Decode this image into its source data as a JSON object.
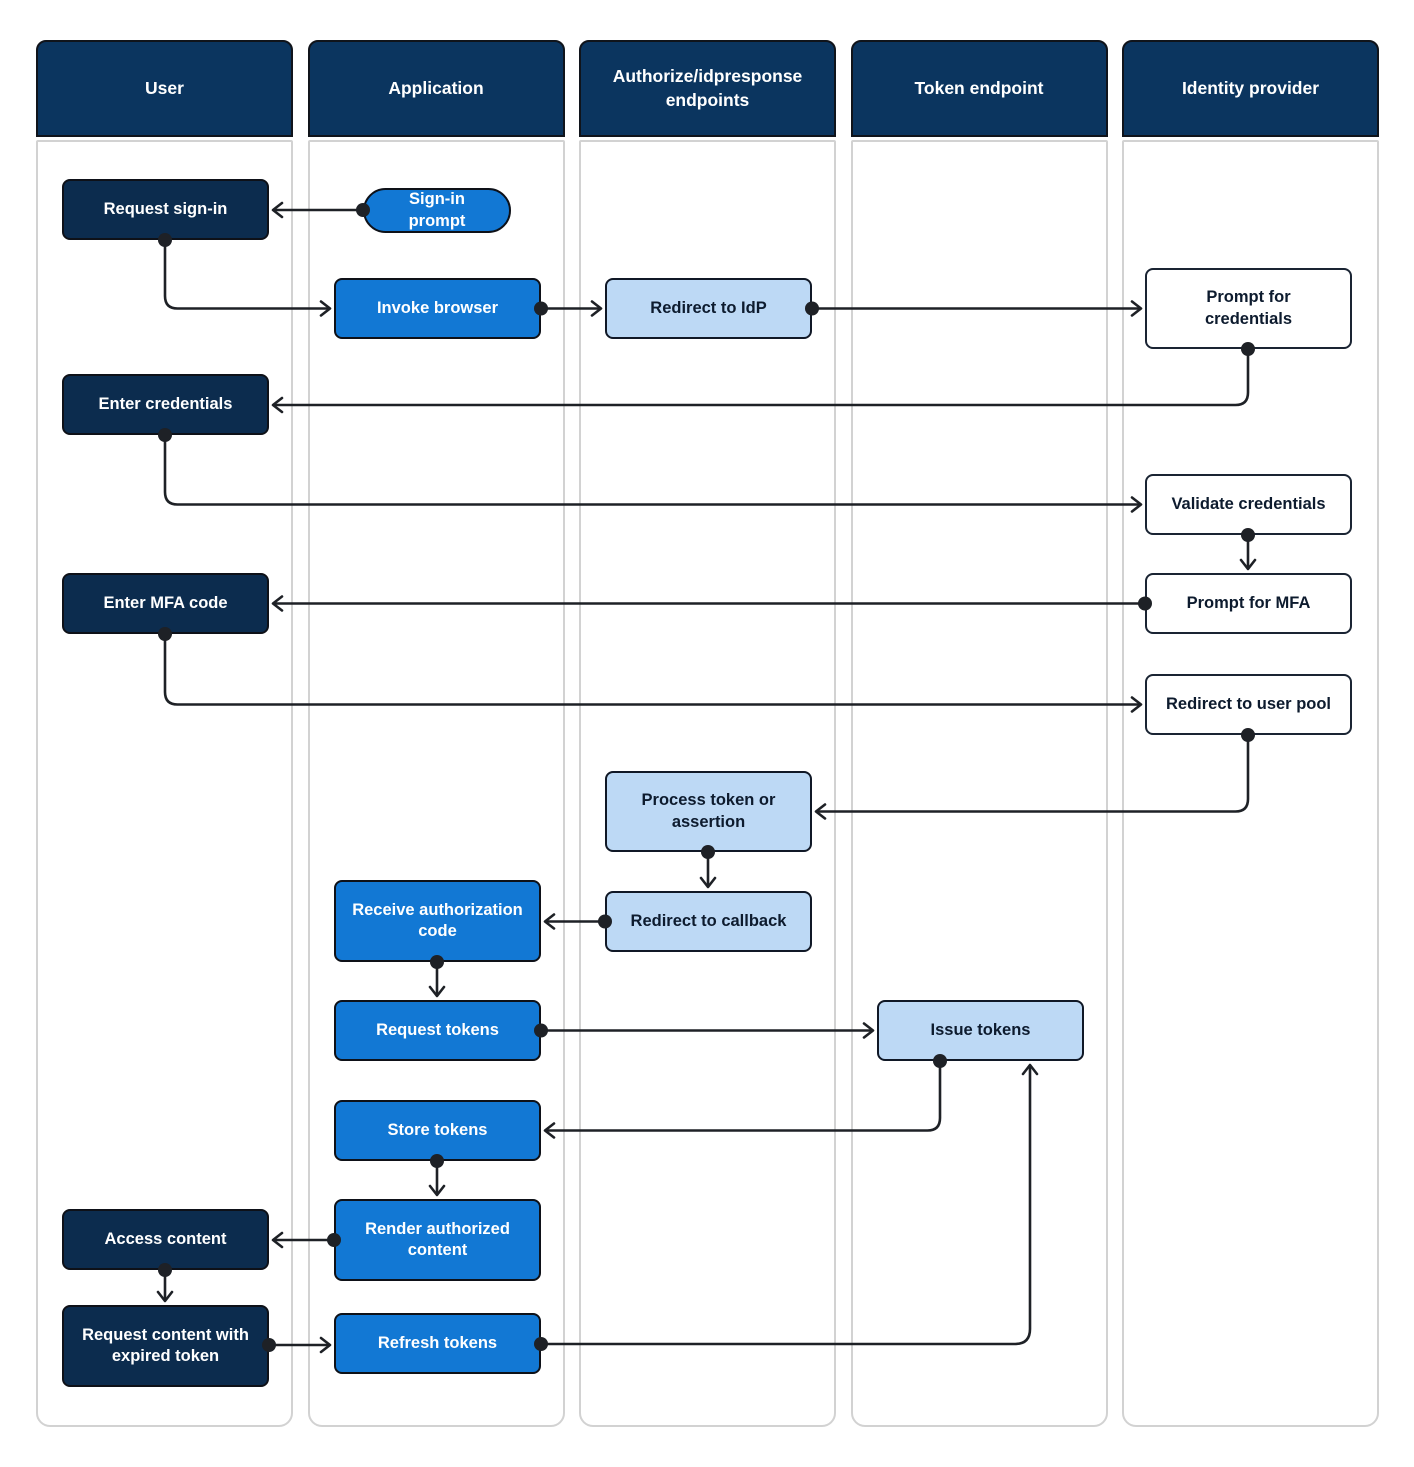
{
  "palette": {
    "lane_header_bg": "#0b355f",
    "dark_node_bg": "#0c2c4e",
    "primary_node_bg": "#1278d4",
    "light_node_bg": "#bdd9f5",
    "outline_node_bg": "#ffffff",
    "node_text_light": "#ffffff",
    "node_text_dark": "#0d1b2e",
    "connector": "#1e2126",
    "lane_border": "#d2d2d2"
  },
  "lanes": [
    {
      "title": "User"
    },
    {
      "title": "Application"
    },
    {
      "title": "Authorize/idpresponse endpoints"
    },
    {
      "title": "Token endpoint"
    },
    {
      "title": "Identity provider"
    }
  ],
  "nodes": [
    {
      "label": "Request sign-in",
      "lane": "User",
      "type": "dark"
    },
    {
      "label": "Sign-in prompt",
      "lane": "Application",
      "type": "primary-pill"
    },
    {
      "label": "Invoke browser",
      "lane": "Application",
      "type": "primary"
    },
    {
      "label": "Redirect to IdP",
      "lane": "Authorize/idpresponse endpoints",
      "type": "light"
    },
    {
      "label": "Prompt for credentials",
      "lane": "Identity provider",
      "type": "outline"
    },
    {
      "label": "Enter credentials",
      "lane": "User",
      "type": "dark"
    },
    {
      "label": "Validate credentials",
      "lane": "Identity provider",
      "type": "outline"
    },
    {
      "label": "Enter MFA code",
      "lane": "User",
      "type": "dark"
    },
    {
      "label": "Prompt for MFA",
      "lane": "Identity provider",
      "type": "outline"
    },
    {
      "label": "Redirect to user pool",
      "lane": "Identity provider",
      "type": "outline"
    },
    {
      "label": "Process token or assertion",
      "lane": "Authorize/idpresponse endpoints",
      "type": "light"
    },
    {
      "label": "Redirect to callback",
      "lane": "Authorize/idpresponse endpoints",
      "type": "light"
    },
    {
      "label": "Receive authorization code",
      "lane": "Application",
      "type": "primary"
    },
    {
      "label": "Request tokens",
      "lane": "Application",
      "type": "primary"
    },
    {
      "label": "Issue tokens",
      "lane": "Token endpoint",
      "type": "light"
    },
    {
      "label": "Store tokens",
      "lane": "Application",
      "type": "primary"
    },
    {
      "label": "Render authorized content",
      "lane": "Application",
      "type": "primary"
    },
    {
      "label": "Access content",
      "lane": "User",
      "type": "dark"
    },
    {
      "label": "Request content with expired token",
      "lane": "User",
      "type": "dark"
    },
    {
      "label": "Refresh tokens",
      "lane": "Application",
      "type": "primary"
    }
  ],
  "edges": [
    {
      "from": "Sign-in prompt",
      "to": "Request sign-in"
    },
    {
      "from": "Request sign-in",
      "to": "Invoke browser"
    },
    {
      "from": "Invoke browser",
      "to": "Redirect to IdP"
    },
    {
      "from": "Redirect to IdP",
      "to": "Prompt for credentials"
    },
    {
      "from": "Prompt for credentials",
      "to": "Enter credentials"
    },
    {
      "from": "Enter credentials",
      "to": "Validate credentials"
    },
    {
      "from": "Validate credentials",
      "to": "Prompt for MFA"
    },
    {
      "from": "Prompt for MFA",
      "to": "Enter MFA code"
    },
    {
      "from": "Enter MFA code",
      "to": "Redirect to user pool"
    },
    {
      "from": "Redirect to user pool",
      "to": "Process token or assertion"
    },
    {
      "from": "Process token or assertion",
      "to": "Redirect to callback"
    },
    {
      "from": "Redirect to callback",
      "to": "Receive authorization code"
    },
    {
      "from": "Receive authorization code",
      "to": "Request tokens"
    },
    {
      "from": "Request tokens",
      "to": "Issue tokens"
    },
    {
      "from": "Issue tokens",
      "to": "Store tokens"
    },
    {
      "from": "Store tokens",
      "to": "Render authorized content"
    },
    {
      "from": "Render authorized content",
      "to": "Access content"
    },
    {
      "from": "Access content",
      "to": "Request content with expired token"
    },
    {
      "from": "Request content with expired token",
      "to": "Refresh tokens"
    },
    {
      "from": "Refresh tokens",
      "to": "Issue tokens"
    }
  ]
}
